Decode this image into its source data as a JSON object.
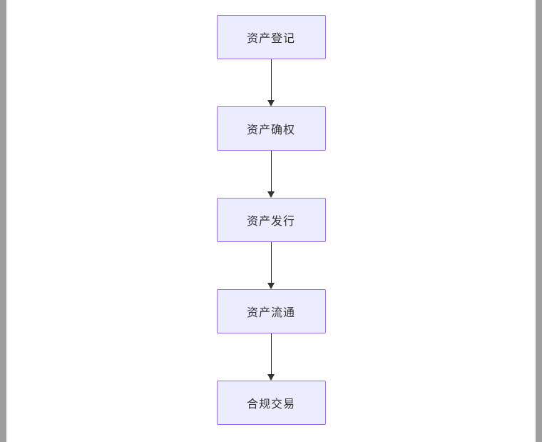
{
  "diagram": {
    "type": "flowchart-vertical",
    "nodes": [
      {
        "id": "n1",
        "label": "资产登记"
      },
      {
        "id": "n2",
        "label": "资产确权"
      },
      {
        "id": "n3",
        "label": "资产发行"
      },
      {
        "id": "n4",
        "label": "资产流通"
      },
      {
        "id": "n5",
        "label": "合规交易"
      }
    ],
    "edges": [
      {
        "from": "n1",
        "to": "n2"
      },
      {
        "from": "n2",
        "to": "n3"
      },
      {
        "from": "n3",
        "to": "n4"
      },
      {
        "from": "n4",
        "to": "n5"
      }
    ],
    "colors": {
      "node_fill": "#ececff",
      "node_border": "#9370db",
      "arrow": "#333333",
      "text": "#333333",
      "edge_strip": "#9e9e9e",
      "background": "#ffffff"
    }
  }
}
